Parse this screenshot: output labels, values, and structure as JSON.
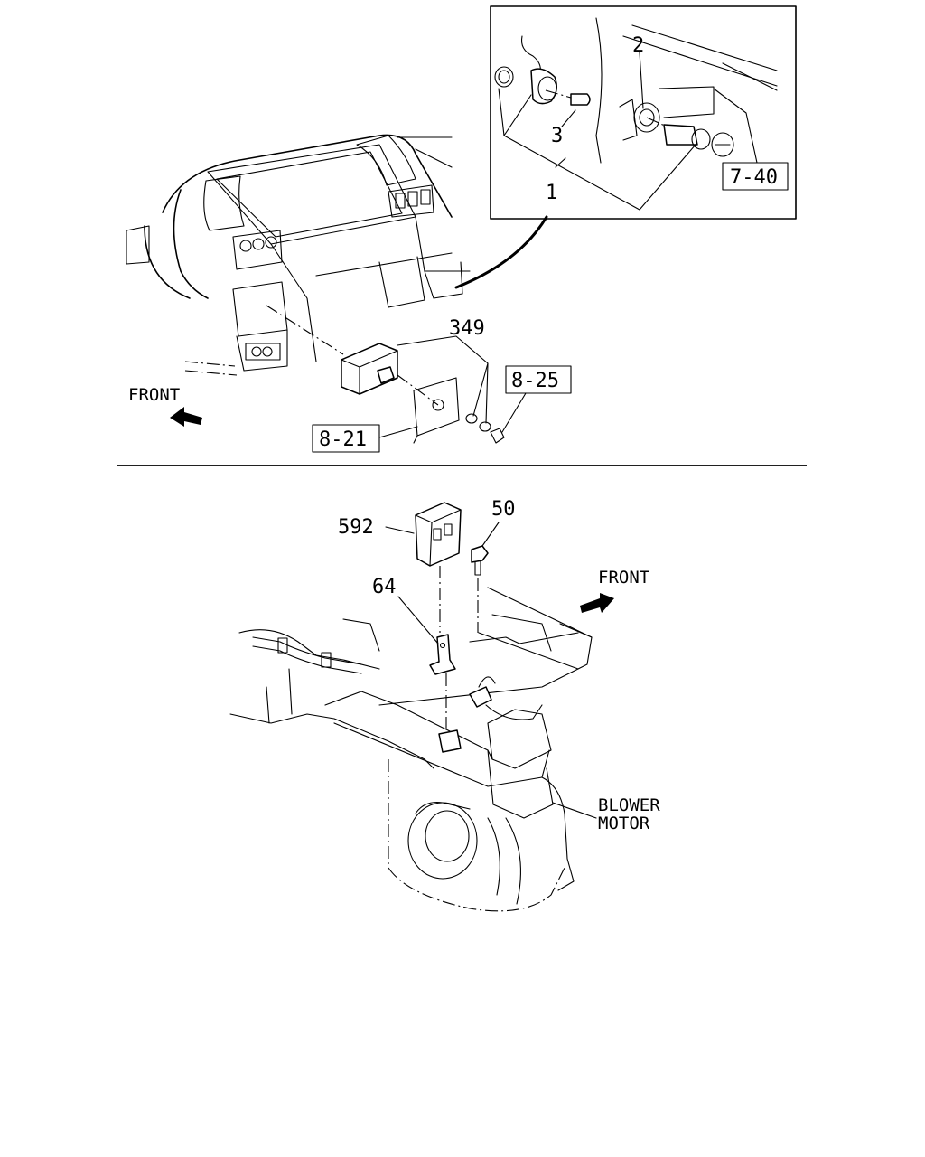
{
  "top_diagram": {
    "callouts": {
      "c1": "1",
      "c2": "2",
      "c3": "3",
      "c349": "349",
      "ref_7_40": "7-40",
      "ref_8_25": "8-25",
      "ref_8_21": "8-21"
    },
    "front_label": "FRONT"
  },
  "bottom_diagram": {
    "callouts": {
      "c592": "592",
      "c50": "50",
      "c64": "64"
    },
    "front_label": "FRONT",
    "blower_label_line1": "BLOWER",
    "blower_label_line2": "MOTOR"
  }
}
